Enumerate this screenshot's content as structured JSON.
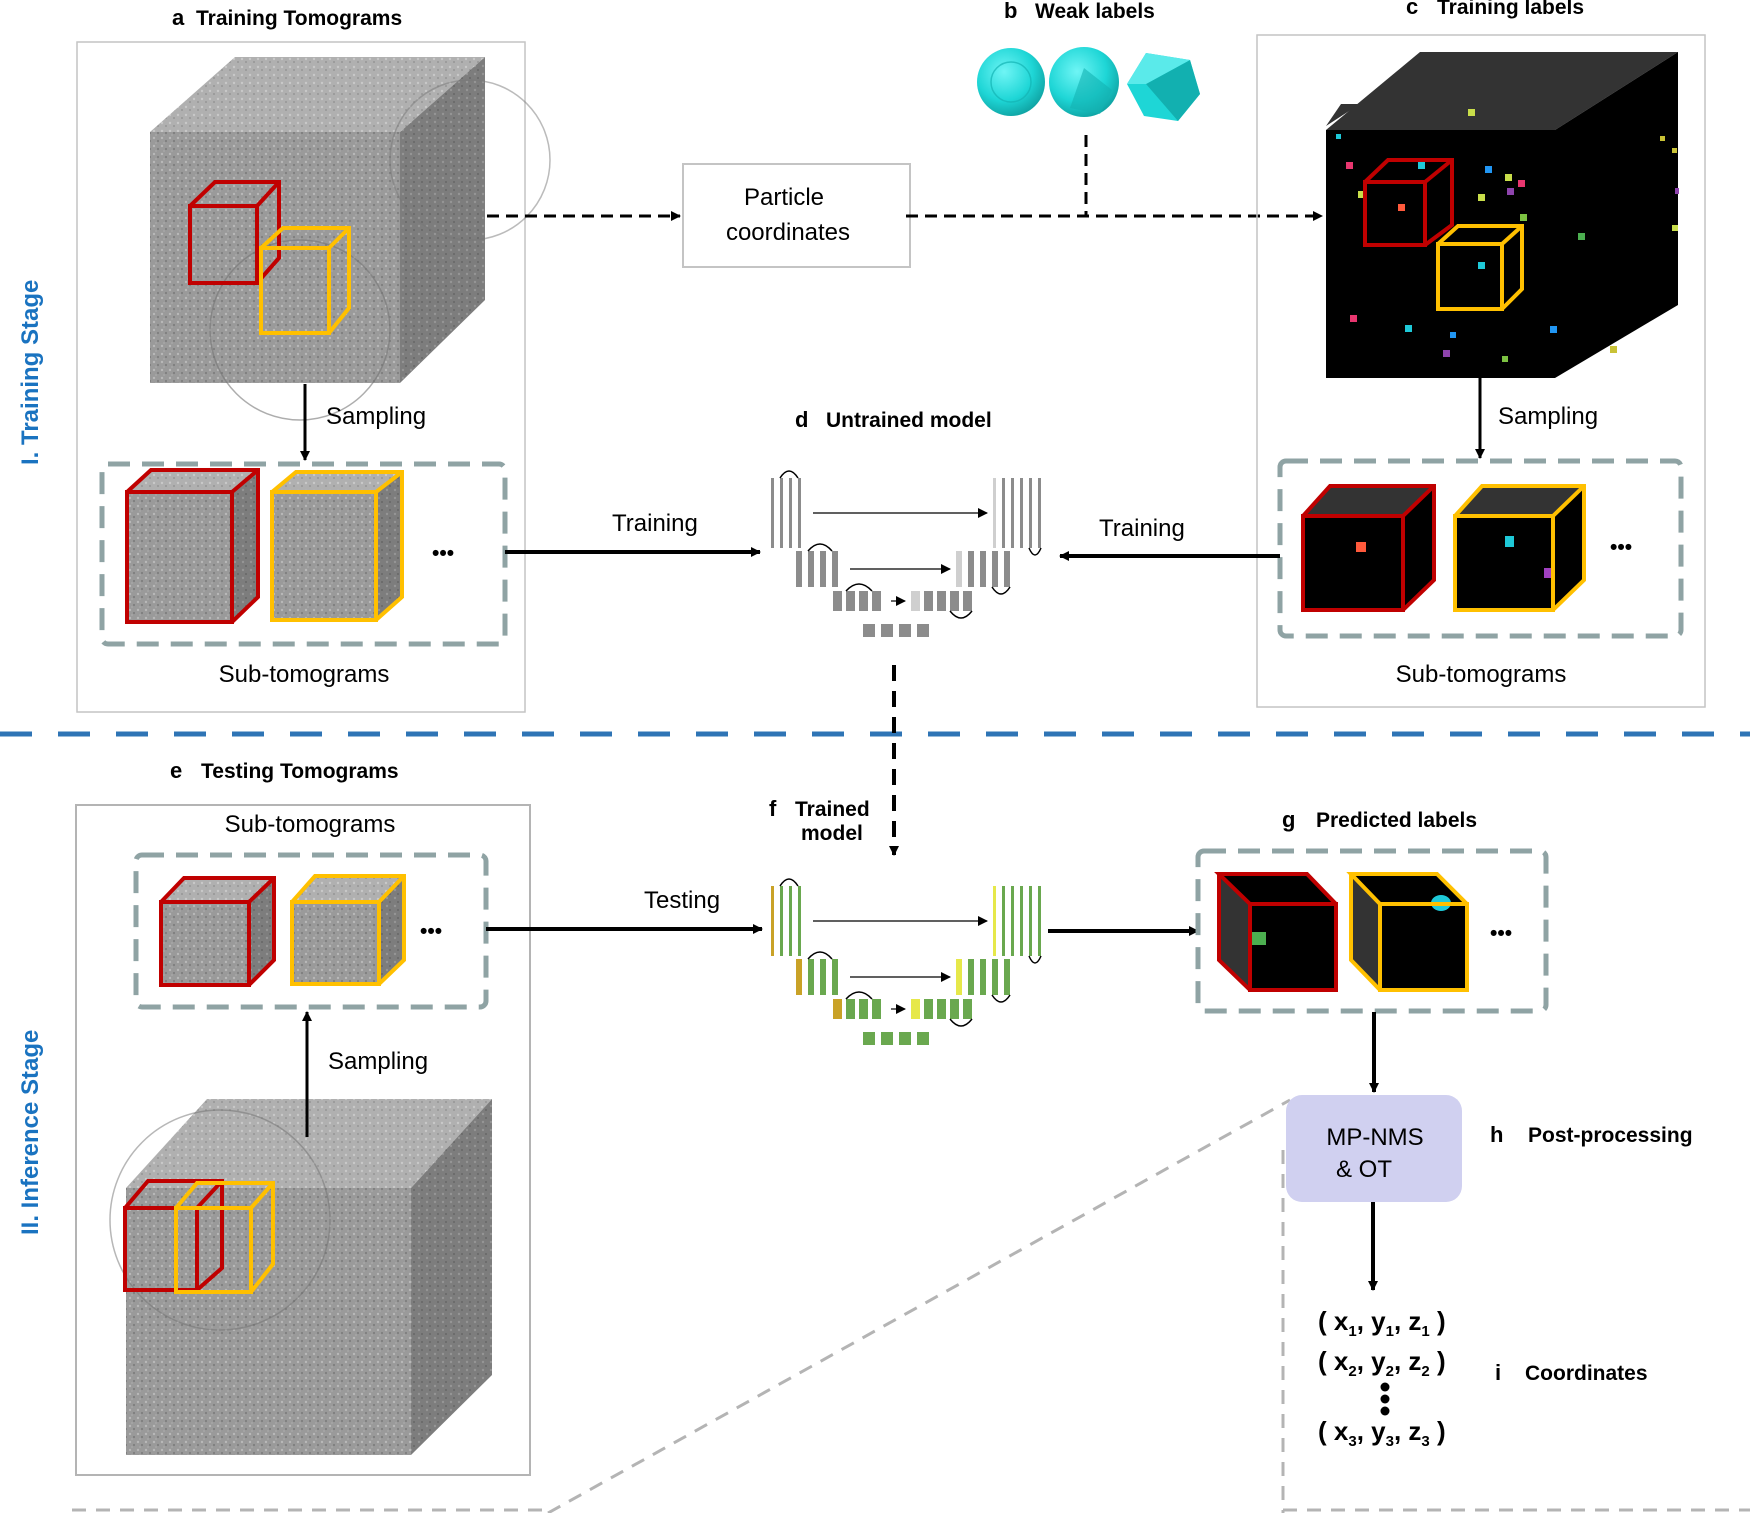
{
  "stages": {
    "training": "I. Training Stage",
    "inference": "II. Inference Stage"
  },
  "panels": {
    "a": {
      "letter": "a",
      "title": "Training Tomograms",
      "sampling": "Sampling",
      "sub_caption": "Sub-tomograms"
    },
    "b": {
      "letter": "b",
      "title": "Weak labels"
    },
    "c": {
      "letter": "c",
      "title": "Training labels",
      "sampling": "Sampling",
      "sub_caption": "Sub-tomograms"
    },
    "d": {
      "letter": "d",
      "title": "Untrained  model"
    },
    "e": {
      "letter": "e",
      "title": "Testing Tomograms",
      "sub_caption": "Sub-tomograms",
      "sampling": "Sampling"
    },
    "f": {
      "letter": "f",
      "title_line1": "Trained",
      "title_line2": "model"
    },
    "g": {
      "letter": "g",
      "title": "Predicted labels"
    },
    "h": {
      "letter": "h",
      "title": "Post-processing",
      "box_line1": "MP-NMS",
      "box_line2": "& OT"
    },
    "i": {
      "letter": "i",
      "title": "Coordinates"
    }
  },
  "particle_box": {
    "line1": "Particle",
    "line2": "coordinates"
  },
  "arrows": {
    "training_left": "Training",
    "training_right": "Training",
    "testing": "Testing"
  },
  "ellipsis": "•••",
  "coordinates": [
    {
      "x": "x",
      "y": "y",
      "z": "z",
      "i": "1"
    },
    {
      "x": "x",
      "y": "y",
      "z": "z",
      "i": "2"
    },
    {
      "x": "x",
      "y": "y",
      "z": "z",
      "i": "3"
    }
  ],
  "colors": {
    "stage_blue": "#1a73c0",
    "red_box": "#c00000",
    "yellow_box": "#ffc000",
    "dashed_gray": "#8fa3a4",
    "postproc_fill": "#d0d0f0",
    "weak_label_cyan": "#1ed6d6"
  }
}
